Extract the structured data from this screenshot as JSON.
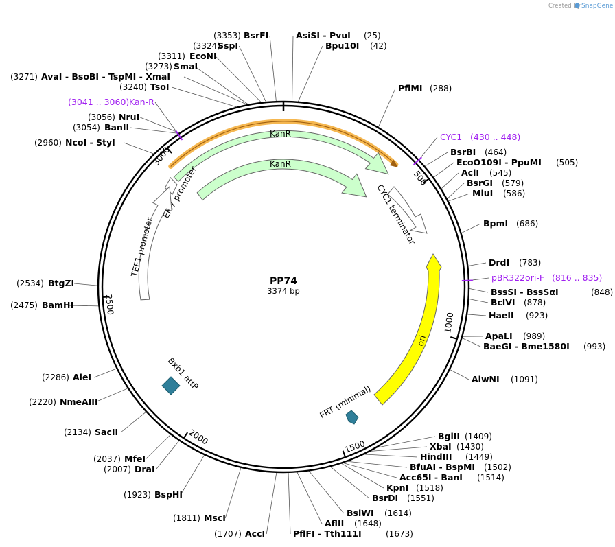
{
  "header": {
    "credit_text": "Created by",
    "brand_text": "SnapGene"
  },
  "plasmid": {
    "name": "PP74",
    "size_label": "3374 bp",
    "length": 3374
  },
  "ticks": [
    "500",
    "1000",
    "1500",
    "2000",
    "2500",
    "3000"
  ],
  "colors": {
    "kanr": "#ccffcc",
    "ori": "#ffff00",
    "frt": "#2f7f9a",
    "attp": "#2f7f9a",
    "kan_r_primer_band": "#f5b750",
    "primer": "#a020f0",
    "promoter": "#ffffff"
  },
  "features": [
    {
      "label": "KanR",
      "kind": "arrow"
    },
    {
      "label": "KanR",
      "kind": "arrow"
    },
    {
      "label": "EM7 promoter",
      "kind": "arrow"
    },
    {
      "label": "TEF1 promoter",
      "kind": "arrow"
    },
    {
      "label": "CYC1 terminator",
      "kind": "arrow"
    },
    {
      "label": "ori",
      "kind": "arrow"
    },
    {
      "label": "FRT (minimal)",
      "kind": "marker"
    },
    {
      "label": "Bxb1 attP",
      "kind": "marker"
    }
  ],
  "primers": [
    {
      "name": "Kan-R",
      "pos": "(3041 .. 3060)"
    },
    {
      "name": "CYC1",
      "pos": "(430 .. 448)"
    },
    {
      "name": "pBR322ori-F",
      "pos": "(816 .. 835)"
    }
  ],
  "sites": [
    {
      "name": "BsrFI",
      "pos": "(3353)"
    },
    {
      "name": "SspI",
      "pos": "(3324)"
    },
    {
      "name": "EcoNI",
      "pos": "(3311)"
    },
    {
      "name": "SmaI",
      "pos": "(3273)"
    },
    {
      "name": "AvaI  - BsoBI  - TspMI  - XmaI",
      "pos": "(3271)"
    },
    {
      "name": "TsoI",
      "pos": "(3240)"
    },
    {
      "name": "NruI",
      "pos": "(3056)"
    },
    {
      "name": "BanII",
      "pos": "(3054)"
    },
    {
      "name": "NcoI  - StyI",
      "pos": "(2960)"
    },
    {
      "name": "BtgZI",
      "pos": "(2534)"
    },
    {
      "name": "BamHI",
      "pos": "(2475)"
    },
    {
      "name": "AleI",
      "pos": "(2286)"
    },
    {
      "name": "NmeAIII",
      "pos": "(2220)"
    },
    {
      "name": "SacII",
      "pos": "(2134)"
    },
    {
      "name": "MfeI",
      "pos": "(2037)"
    },
    {
      "name": "DraI",
      "pos": "(2007)"
    },
    {
      "name": "BspHI",
      "pos": "(1923)"
    },
    {
      "name": "MscI",
      "pos": "(1811)"
    },
    {
      "name": "AccI",
      "pos": "(1707)"
    },
    {
      "name": "AsiSI  - PvuI",
      "pos": "(25)"
    },
    {
      "name": "Bpu10I",
      "pos": "(42)"
    },
    {
      "name": "PflMI",
      "pos": "(288)"
    },
    {
      "name": "BsrBI",
      "pos": "(464)"
    },
    {
      "name": "EcoO109I  - PpuMI",
      "pos": "(505)"
    },
    {
      "name": "AclI",
      "pos": "(545)"
    },
    {
      "name": "BsrGI",
      "pos": "(579)"
    },
    {
      "name": "MluI",
      "pos": "(586)"
    },
    {
      "name": "BpmI",
      "pos": "(686)"
    },
    {
      "name": "DrdI",
      "pos": "(783)"
    },
    {
      "name": "BssSI  - BssSαI",
      "pos": "(848)"
    },
    {
      "name": "BclVI",
      "pos": "(878)"
    },
    {
      "name": "HaeII",
      "pos": "(923)"
    },
    {
      "name": "ApaLI",
      "pos": "(989)"
    },
    {
      "name": "BaeGI  - Bme1580I",
      "pos": "(993)"
    },
    {
      "name": "AlwNI",
      "pos": "(1091)"
    },
    {
      "name": "BglII",
      "pos": "(1409)"
    },
    {
      "name": "XbaI",
      "pos": "(1430)"
    },
    {
      "name": "HindIII",
      "pos": "(1449)"
    },
    {
      "name": "BfuAI  - BspMI",
      "pos": "(1502)"
    },
    {
      "name": "Acc65I  - BanI",
      "pos": "(1514)"
    },
    {
      "name": "KpnI",
      "pos": "(1518)"
    },
    {
      "name": "BsrDI",
      "pos": "(1551)"
    },
    {
      "name": "BsiWI",
      "pos": "(1614)"
    },
    {
      "name": "AflII",
      "pos": "(1648)"
    },
    {
      "name": "PflFI  - Tth111I",
      "pos": "(1673)"
    }
  ]
}
